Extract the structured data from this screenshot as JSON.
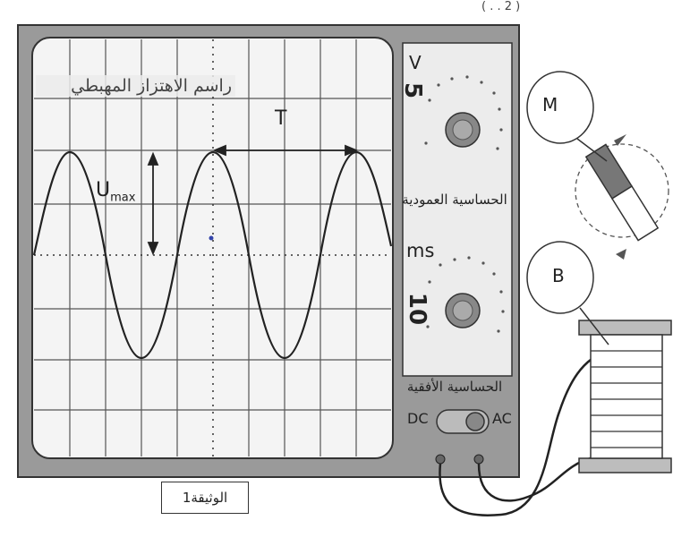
{
  "corner_text": "( . . 2 )",
  "oscilloscope": {
    "title": "راسم الاهتزاز المهبطي",
    "period_label": "T",
    "umax_label": "U",
    "umax_sub": "max",
    "vertical_sensitivity_value": "5",
    "vertical_sensitivity_unit": "V",
    "vertical_sensitivity_label": "الحساسية العمودية",
    "horizontal_sensitivity_unit": "ms",
    "horizontal_sensitivity_value": "10",
    "horizontal_sensitivity_label": "الحساسية الأفقية",
    "coupling_dc": "DC",
    "coupling_ac": "AC"
  },
  "apparatus": {
    "magnet_label": "M",
    "coil_label": "B"
  },
  "document_label": "الوثيقة1"
}
